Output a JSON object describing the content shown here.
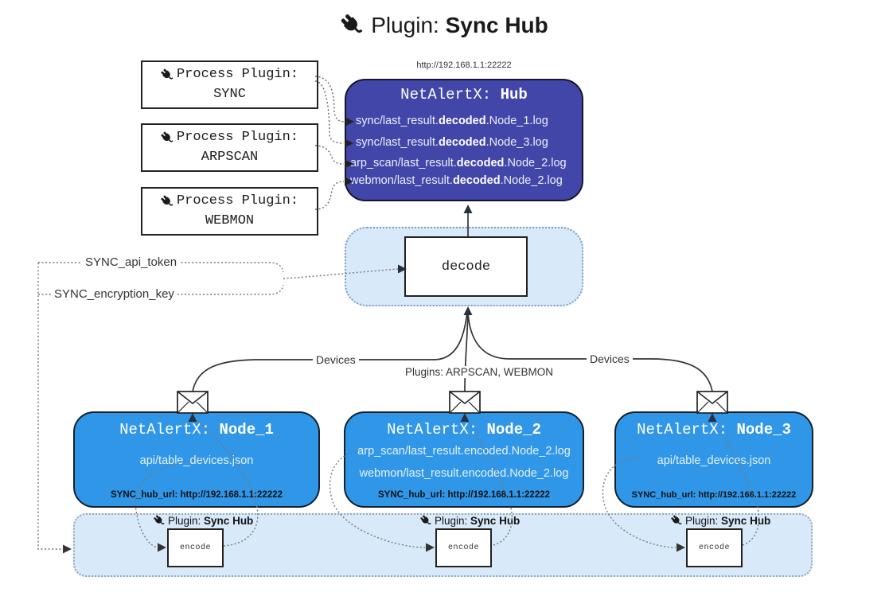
{
  "title": {
    "prefix": "Plugin:",
    "name": "Sync Hub"
  },
  "process_plugins": [
    {
      "label": "Process Plugin:",
      "name": "SYNC"
    },
    {
      "label": "Process Plugin:",
      "name": "ARPSCAN"
    },
    {
      "label": "Process Plugin:",
      "name": "WEBMON"
    }
  ],
  "hub": {
    "url": "http://192.168.1.1:22222",
    "title_prefix": "NetAlertX: ",
    "title_name": "Hub",
    "logs": [
      {
        "pre": "sync/last_result.",
        "bold": "decoded",
        "post": ".Node_1.log"
      },
      {
        "pre": "sync/last_result.",
        "bold": "decoded",
        "post": ".Node_3.log"
      },
      {
        "pre": "arp_scan/last_result.",
        "bold": "decoded",
        "post": ".Node_2.log"
      },
      {
        "pre": "webmon/last_result.",
        "bold": "decoded",
        "post": ".Node_2.log"
      }
    ]
  },
  "decode": {
    "label": "decode"
  },
  "settings": {
    "api_token": "SYNC_api_token",
    "encryption_key": "SYNC_encryption_key"
  },
  "edges": {
    "devices_left": "Devices",
    "devices_right": "Devices",
    "plugins_label": "Plugins: ARPSCAN, WEBMON"
  },
  "nodes": [
    {
      "title_prefix": "NetAlertX: ",
      "title_name": "Node_1",
      "files": [
        "api/table_devices.json"
      ],
      "hub_url": "SYNC_hub_url: http://192.168.1.1:22222"
    },
    {
      "title_prefix": "NetAlertX: ",
      "title_name": "Node_2",
      "files": [
        "arp_scan/last_result.encoded.Node_2.log",
        "webmon/last_result.encoded.Node_2.log"
      ],
      "hub_url": "SYNC_hub_url: http://192.168.1.1:22222"
    },
    {
      "title_prefix": "NetAlertX: ",
      "title_name": "Node_3",
      "files": [
        "api/table_devices.json"
      ],
      "hub_url": "SYNC_hub_url: http://192.168.1.1:22222"
    }
  ],
  "encoders": [
    {
      "label_prefix": "Plugin:",
      "label_name": "Sync Hub",
      "box_label": "encode"
    },
    {
      "label_prefix": "Plugin:",
      "label_name": "Sync Hub",
      "box_label": "encode"
    },
    {
      "label_prefix": "Plugin:",
      "label_name": "Sync Hub",
      "box_label": "encode"
    }
  ],
  "colors": {
    "hub_fill": "#4246a8",
    "node_fill": "#3097e8",
    "container_fill": "#d8e9f9",
    "line": "#333333",
    "text_on_blue": "#ffffff"
  }
}
